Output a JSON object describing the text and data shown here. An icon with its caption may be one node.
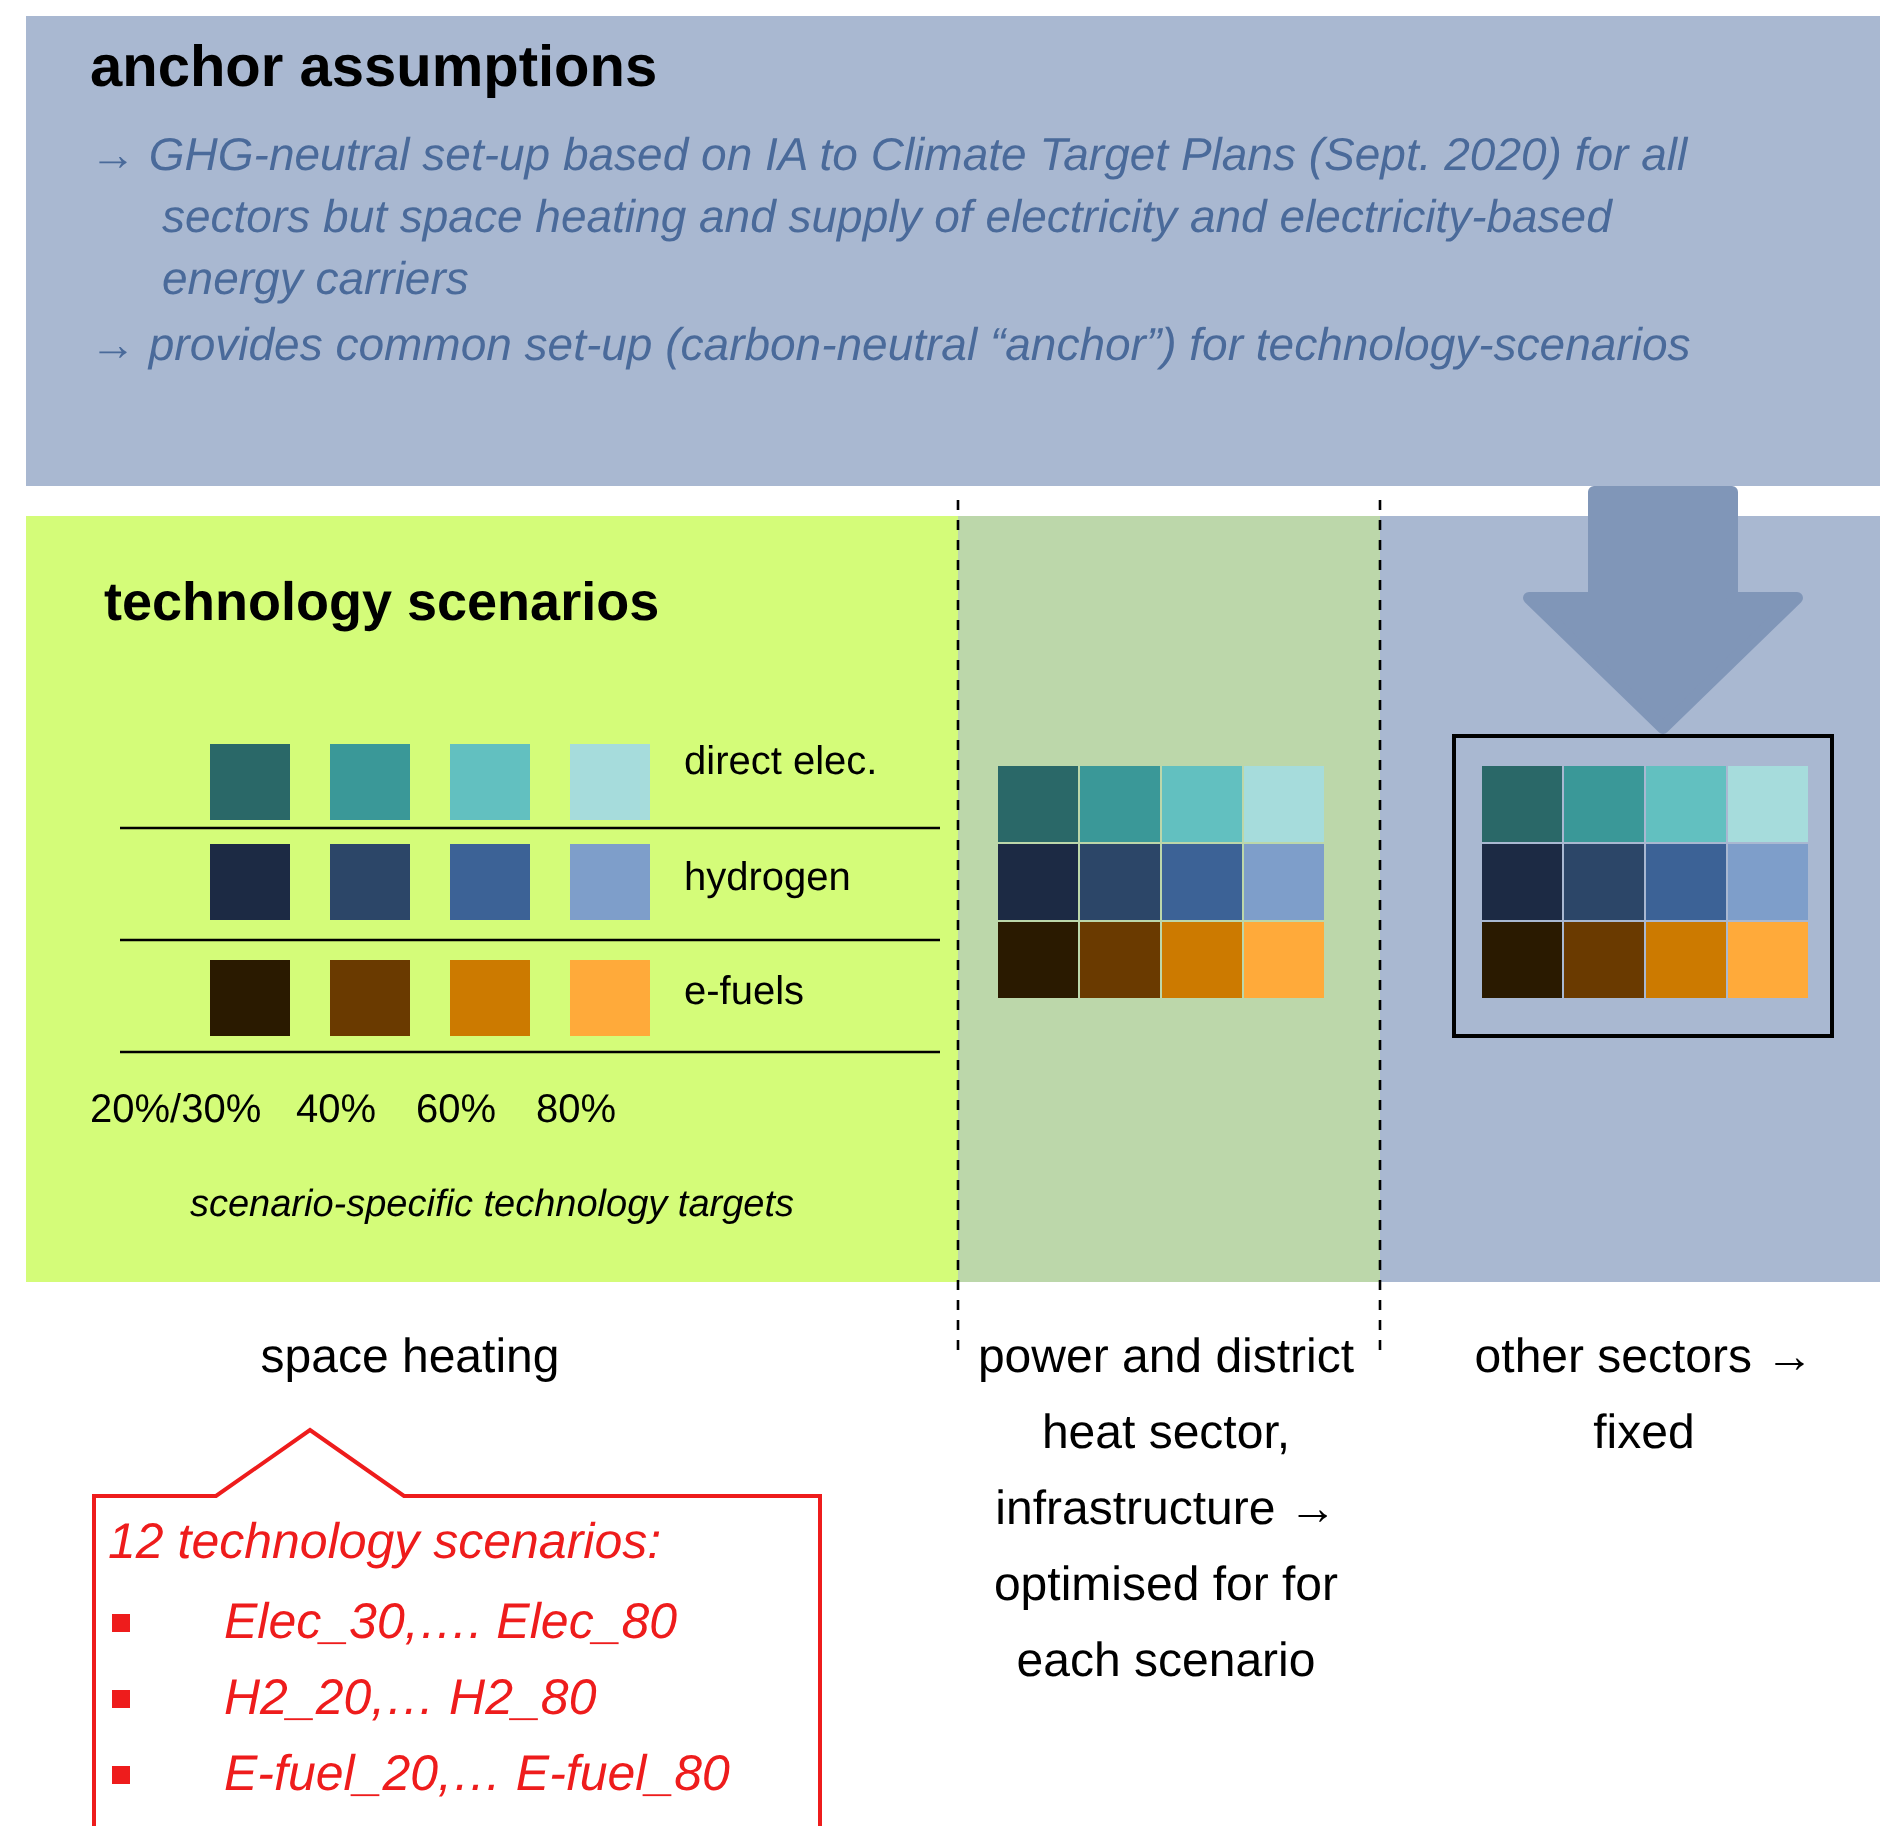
{
  "diagram": {
    "nodes": [
      {
        "text": [
          "anchor assumptions",
          "→ GHG-neutral set-up based on IA to Climate Target Plans (Sept. 2020) for all sectors but space heating and supply of electricity and electricity-based energy carriers",
          "→ provides common set-up (carbon-neutral “anchor”) for technology-scenarios"
        ]
      },
      {
        "text": [
          "technology scenarios",
          "scenario-specific technology targets"
        ],
        "beside": [
          "space heating"
        ]
      },
      {
        "text": [],
        "shape": "box",
        "beside": [
          "power and district heat sector, infrastructure → optimised for for each scenario"
        ]
      },
      {
        "text": [],
        "shape": "box",
        "beside": [
          "other sectors → fixed"
        ]
      },
      {
        "text": [
          "12 technology scenarios:",
          "Elec_30,…. Elec_80",
          "H2_20,… H2_80",
          "E-fuel_20,… E-fuel_80"
        ]
      },
      {
        "text": [],
        "shape": "box",
        "in": 3
      }
    ],
    "edges": [
      {
        "from": 0,
        "to": 5,
        "arrow": "to",
        "style": "thick"
      }
    ],
    "labels": [
      "direct elec.",
      "hydrogen",
      "e-fuels",
      "20%/30%",
      "40%",
      "60%",
      "80%"
    ]
  }
}
